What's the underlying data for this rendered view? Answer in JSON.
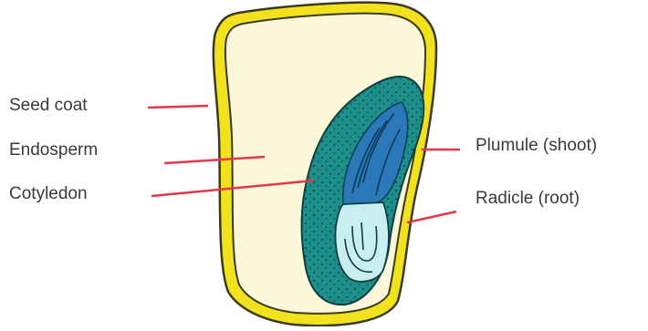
{
  "labels": {
    "seed_coat": "Seed coat",
    "endosperm": "Endosperm",
    "cotyledon": "Cotyledon",
    "plumule": "Plumule (shoot)",
    "radicle": "Radicle (root)"
  },
  "colors": {
    "seed_coat": "#f2e21e",
    "seed_outline": "#3a3a20",
    "endosperm": "#fbf7d8",
    "cotyledon": "#1d8f8a",
    "cotyledon_dots": "#0f3e40",
    "plumule": "#2a78b8",
    "radicle": "#c9eef0",
    "leader_line": "#e3384a"
  }
}
